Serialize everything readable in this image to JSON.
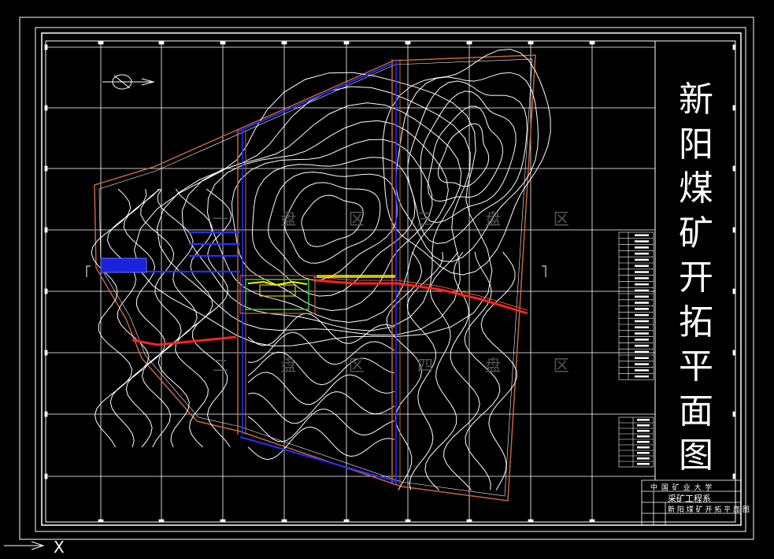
{
  "drawing": {
    "title": "新阳煤矿开拓平面图",
    "zones": [
      "一 盘 区",
      "三 盘 区",
      "二 盘 区",
      "四 盘 区"
    ]
  },
  "title_block": {
    "school": "中 国 矿 业 大 学",
    "department": "采矿工程系",
    "drawing_name": "新 阳 煤 矿 开 拓 平 面 图"
  },
  "ucs": {
    "x_label": "X"
  },
  "colors": {
    "background": "#000000",
    "frame": "#ffffff",
    "grid": "#ffffff",
    "contour": "#ffffff",
    "boundary": "#c8643c",
    "roadway_blue": "#2233ff",
    "roadway_red": "#ff2222",
    "shaft_green": "#33cc33",
    "shaft_yellow": "#ffee00"
  }
}
